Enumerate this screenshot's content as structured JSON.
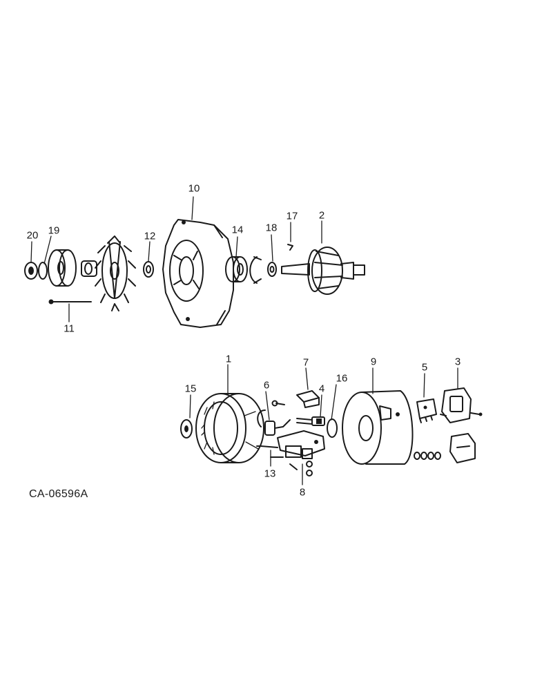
{
  "diagram": {
    "reference_code": "CA-06596A",
    "callouts": [
      "1",
      "2",
      "3",
      "4",
      "5",
      "6",
      "7",
      "8",
      "9",
      "10",
      "11",
      "12",
      "13",
      "14",
      "15",
      "16",
      "17",
      "18",
      "19",
      "20"
    ]
  }
}
